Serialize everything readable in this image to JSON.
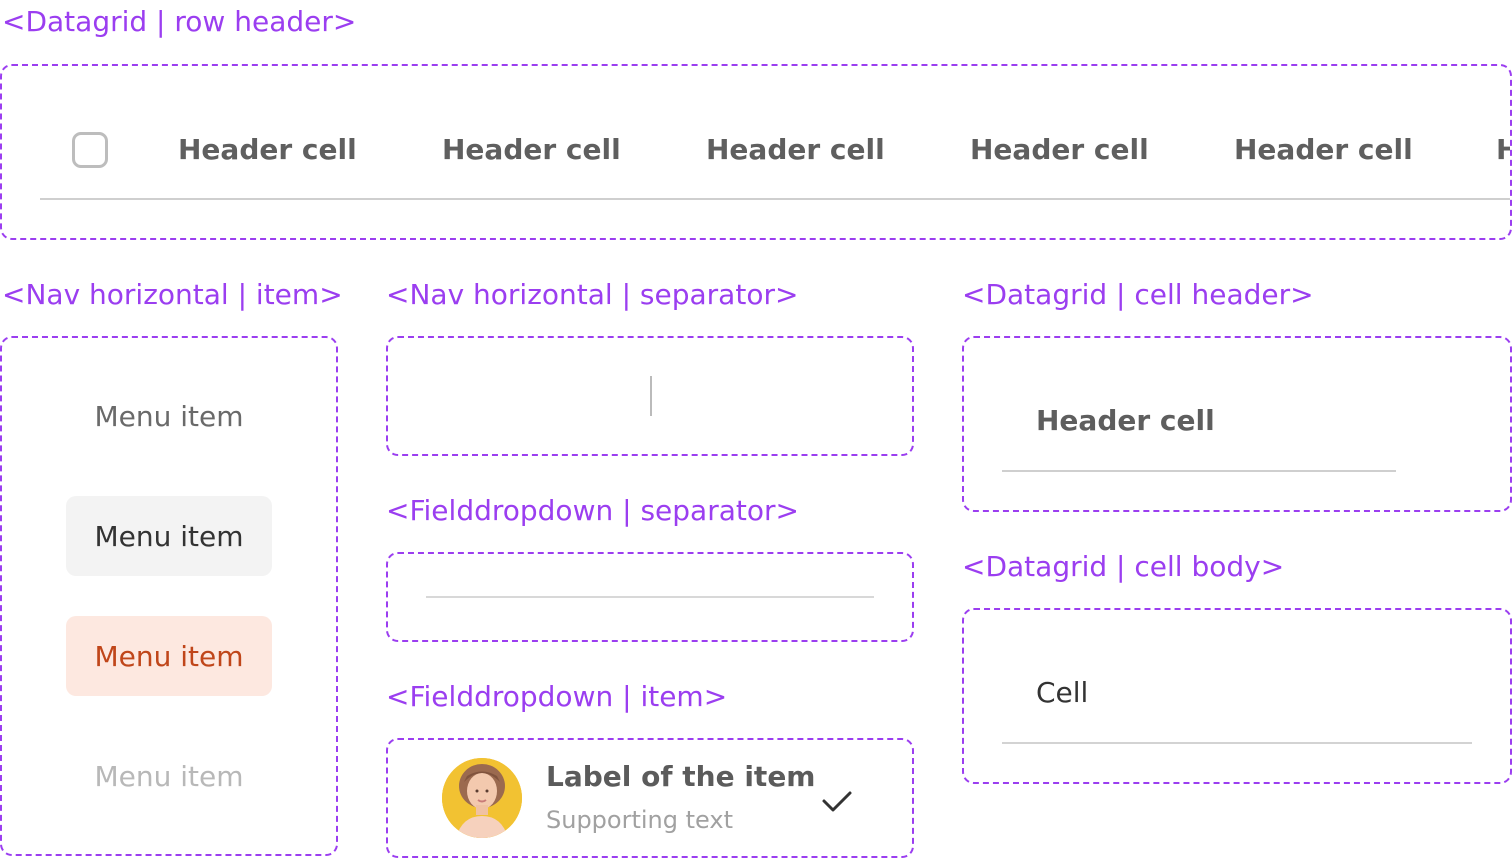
{
  "sections": {
    "row_header": {
      "label": "<Datagrid | row header>",
      "header_cells": [
        "Header cell",
        "Header cell",
        "Header cell",
        "Header cell",
        "Header cell",
        "H"
      ]
    },
    "nav_item": {
      "label": "<Nav horizontal | item>",
      "items": [
        {
          "text": "Menu item",
          "state": "default"
        },
        {
          "text": "Menu item",
          "state": "hover"
        },
        {
          "text": "Menu item",
          "state": "active"
        },
        {
          "text": "Menu item",
          "state": "disabled"
        }
      ]
    },
    "nav_separator": {
      "label": "<Nav horizontal | separator>"
    },
    "dropdown_separator": {
      "label": "<Fielddropdown | separator>"
    },
    "dropdown_item": {
      "label": "<Fielddropdown | item>",
      "item_label": "Label of the item",
      "supporting_text": "Supporting text",
      "avatar_icon": "person-avatar-icon",
      "check_icon": "check-icon"
    },
    "cell_header": {
      "label": "<Datagrid | cell header>",
      "text": "Header cell"
    },
    "cell_body": {
      "label": "<Datagrid | cell body>",
      "text": "Cell"
    }
  },
  "colors": {
    "annotation_purple": "#9b3ef0",
    "active_background": "#fde8e0",
    "active_text": "#c0461a",
    "hover_background": "#f3f3f3",
    "avatar_background": "#f2c232"
  }
}
